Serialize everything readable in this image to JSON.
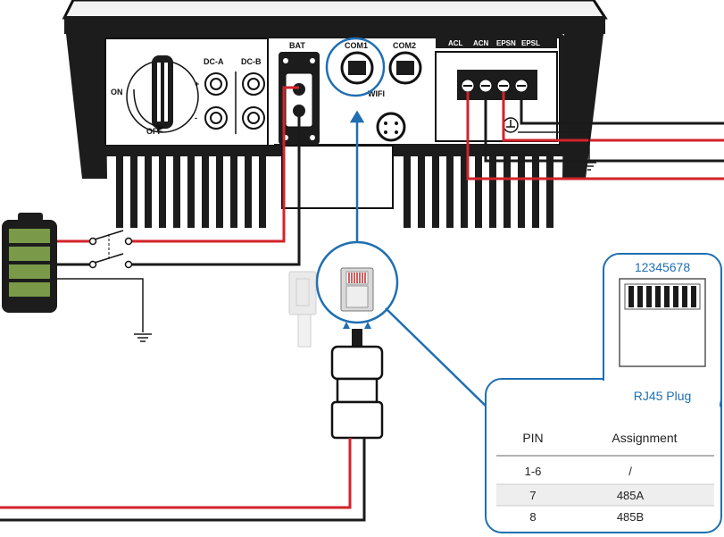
{
  "inverter": {
    "switch": {
      "on_label": "ON",
      "off_label": "OFF"
    },
    "ports": {
      "dc_a": "DC-A",
      "dc_b": "DC-B",
      "bat": "BAT",
      "com1": "COM1",
      "com2": "COM2",
      "wifi": "WIFI"
    },
    "terminals": [
      "ACL",
      "ACN",
      "EPSN",
      "EPSL"
    ],
    "polarity": {
      "plus": "+",
      "minus": "-"
    }
  },
  "plug_detail": {
    "pin_numbers": "12345678",
    "title": "RJ45 Plug"
  },
  "pin_table": {
    "headers": {
      "pin": "PIN",
      "assignment": "Assignment"
    },
    "rows": [
      {
        "pin": "1-6",
        "assignment": "/"
      },
      {
        "pin": "7",
        "assignment": "485A"
      },
      {
        "pin": "8",
        "assignment": "485B"
      }
    ]
  },
  "colors": {
    "accent_blue": "#1f6fb2",
    "wire_red": "#d2232a",
    "wire_black": "#1a1a1a",
    "battery_green": "#7a9a4a",
    "table_highlight": "#eeeeee"
  }
}
